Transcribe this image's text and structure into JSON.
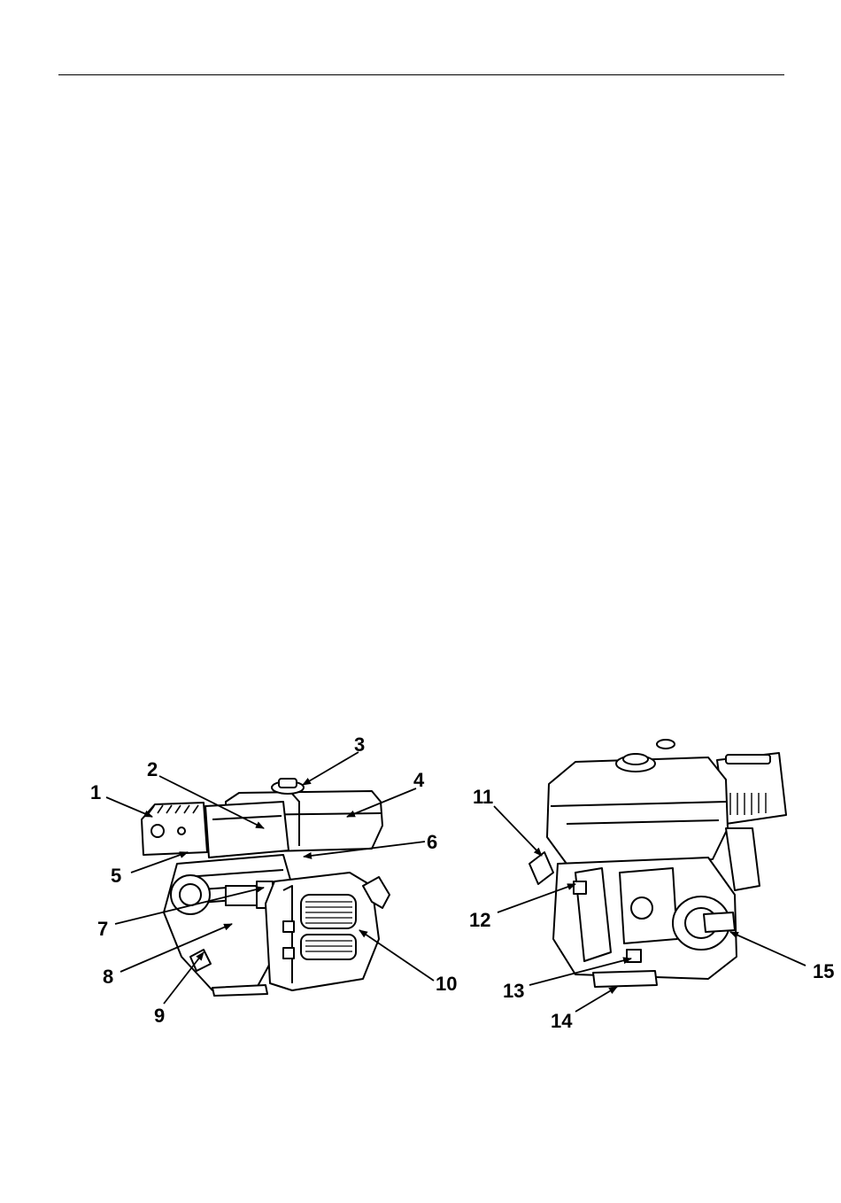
{
  "figure": {
    "left_engine_callouts": [
      "1",
      "2",
      "3",
      "4",
      "5",
      "6",
      "7",
      "8",
      "9",
      "10"
    ],
    "right_engine_callouts": [
      "11",
      "12",
      "13",
      "14",
      "15"
    ]
  }
}
